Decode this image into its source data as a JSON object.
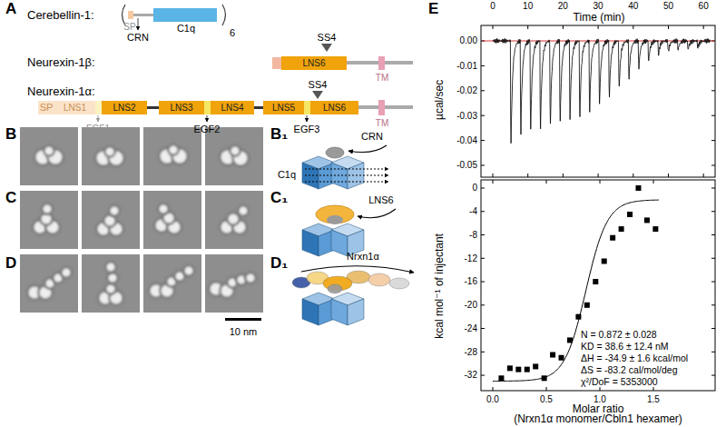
{
  "diagram": {
    "nodes": [
      {
        "text": [
          "LNS6"
        ]
      },
      {
        "text": [
          "LNS1"
        ]
      },
      {
        "text": [
          "LNS2"
        ]
      },
      {
        "text": [
          "LNS3"
        ]
      },
      {
        "text": [
          "LNS4"
        ]
      },
      {
        "text": [
          "LNS5"
        ]
      },
      {
        "text": [
          "LNS6"
        ]
      }
    ],
    "labels": [
      "A",
      "Cerebellin-1:",
      "SP",
      "CRN",
      "C1q",
      "6",
      "Neurexin-1β:",
      "SS4",
      "TM",
      "Neurexin-1α:",
      "SP",
      "EGF1",
      "EGF2",
      "EGF3",
      "SS4",
      "TM",
      "B",
      "B₁",
      "CRN",
      "C1q",
      "C",
      "C₁",
      "LNS6",
      "D",
      "D₁",
      "Nrxn1α",
      "10 nm",
      "E",
      "Time (min)",
      "0",
      "10",
      "20",
      "30",
      "40",
      "50",
      "60",
      "µcal/sec",
      "0.00",
      "-0.01",
      "-0.02",
      "-0.03",
      "-0.04",
      "-0.05",
      "kcal mol⁻¹ of injectant",
      "0",
      "-4",
      "-8",
      "-12",
      "-16",
      "-20",
      "-24",
      "-28",
      "-32",
      "0.0",
      "0.5",
      "1.0",
      "1.5",
      "Molar ratio",
      "(Nrxn1α monomer/Cbln1 hexamer)",
      "N = 0.872 ± 0.028",
      "KD = 38.6 ± 12.4 nM",
      "ΔH = -34.9 ± 1.6 kcal/mol",
      "ΔS = -83.2 cal/mol/deg",
      "χ²/DoF = 5353000"
    ]
  }
}
